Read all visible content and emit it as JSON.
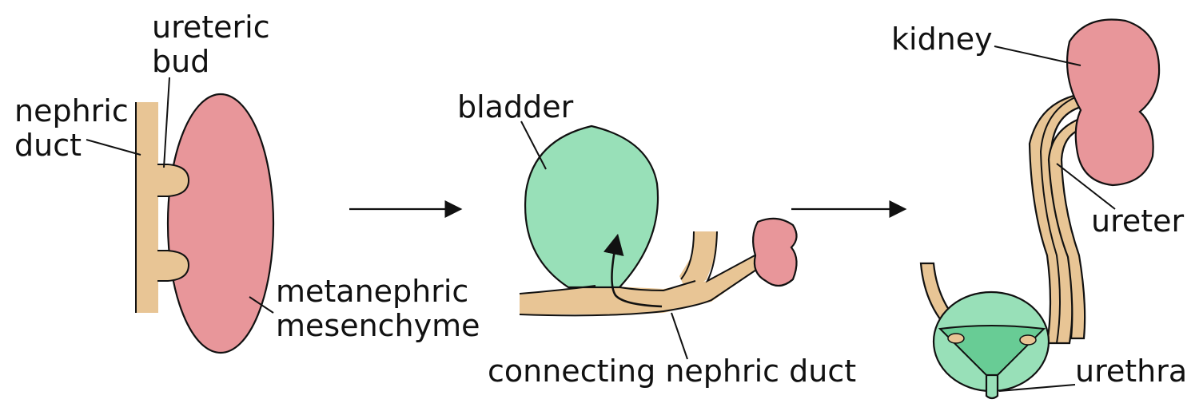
{
  "colors": {
    "duct": "#E8C595",
    "kidney": "#E8969A",
    "bladder": "#98E0B8",
    "bladder_dark": "#68CC95",
    "outline": "#111111"
  },
  "stage1": {
    "ureteric_bud_line1": "ureteric",
    "ureteric_bud_line2": "bud",
    "nephric_duct_line1": "nephric",
    "nephric_duct_line2": "duct",
    "mesenchyme_line1": "metanephric",
    "mesenchyme_line2": "mesenchyme"
  },
  "stage2": {
    "bladder": "bladder",
    "connecting_duct": "connecting nephric duct"
  },
  "stage3": {
    "kidney": "kidney",
    "ureter": "ureter",
    "urethra": "urethra"
  }
}
